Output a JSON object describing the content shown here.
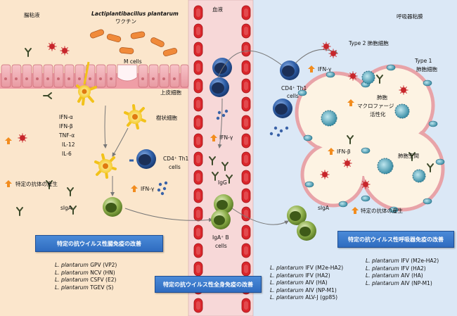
{
  "regions": {
    "gut_lumen": "腸粘液",
    "blood": "血液",
    "respiratory": "呼吸器粘膜"
  },
  "labels": {
    "bacterium": "Lactiplantibacillus plantarum",
    "vaccine": "ワクチン",
    "m_cells": "M cells",
    "epithelium": "上皮細胞",
    "dendritic": "樹状細胞",
    "cytokines": [
      "IFN-α",
      "IFN-β",
      "TNF-α",
      "IL-12",
      "IL-6"
    ],
    "cd4_left": "CD4⁺ Th1 cells",
    "cd4_left_l1": "CD4⁺ Th1",
    "cd4_left_l2": "cells",
    "ifng_left": "IFN-γ",
    "antibody_left": "特定の抗体の産生",
    "siga_left": "sIgA",
    "ifng_blood": "IFN-γ",
    "igg": "IgG",
    "iga_b_l1": "IgA⁺ B",
    "iga_b_l2": "cells",
    "type2": "Type 2 肺胞細胞",
    "type2_en": "Type 2",
    "type2_jp": "肺胞細胞",
    "type1_en": "Type 1",
    "type1_jp": "肺胞細胞",
    "ifng_right": "IFN-γ",
    "cd4_right_l1": "CD4⁺ Th1",
    "cd4_right_l2": "cells",
    "macrophage_l1": "肺胞",
    "macrophage_l2": "マクロファージ",
    "macrophage_l3": "活性化",
    "ifnb": "IFN-β",
    "alveolar_space": "肺胞空間",
    "siga_right": "sIgA",
    "antibody_right": "特定の抗体の産生"
  },
  "boxes": {
    "intestinal": "特定の抗ウイルス性腸免疫の改善",
    "systemic": "特定の抗ウイルス性全身免疫の改善",
    "respiratory": "特定の抗ウイルス性呼吸器免疫の改善"
  },
  "strains": {
    "genus": "L. plantarum",
    "intestinal": [
      "GPV (VP2)",
      "NCV (HN)",
      "CSFV (E2)",
      "TGEV (S)"
    ],
    "respiratory_mid": [
      "IFV (M2e-HA2)",
      "IFV (HA2)",
      "AIV (HA)",
      "AIV (NP-M1)",
      "ALV-J (gp85)"
    ],
    "respiratory_right": [
      "IFV (M2e-HA2)",
      "IFV (HA2)",
      "AIV (HA)",
      "AIV (NP-M1)"
    ]
  },
  "colors": {
    "gut_bg": "#fbe6cc",
    "blood_bg": "#f7d8d8",
    "resp_bg": "#dbe8f6",
    "vessel": "#d9262b",
    "box": "#3a78cc",
    "arrow_up": "#f28c1e"
  }
}
